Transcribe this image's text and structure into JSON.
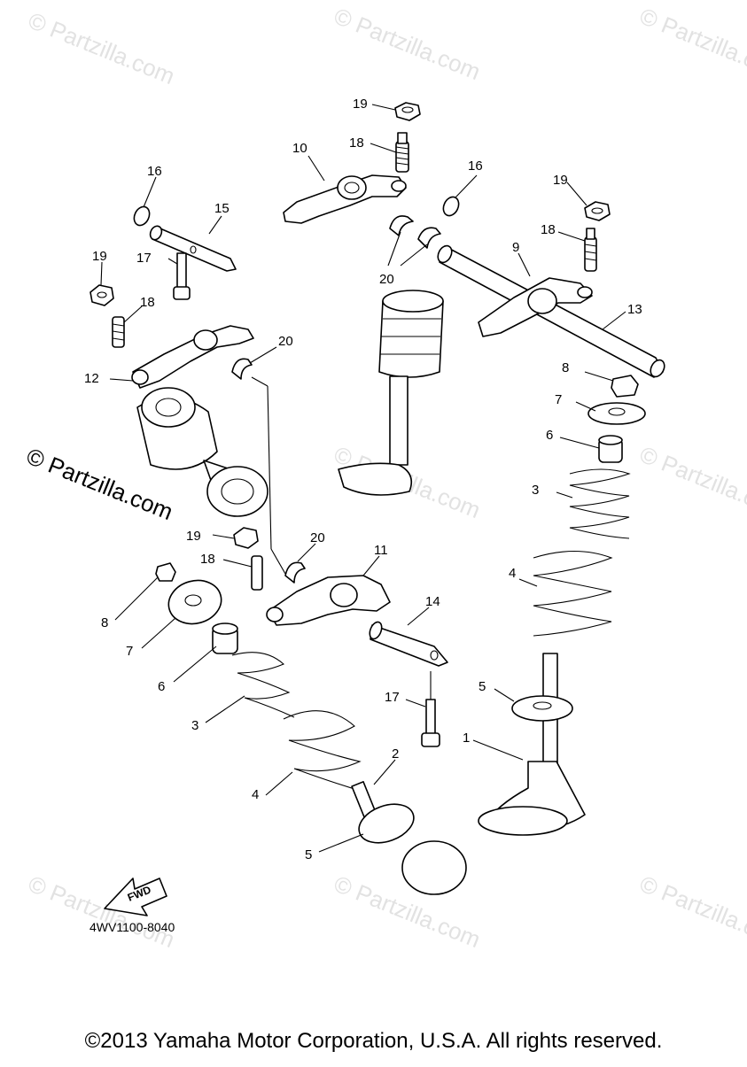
{
  "watermark_text": "© Partzilla.com",
  "diagram_code": "4WV1100-8040",
  "fwd_label": "FWD",
  "copyright": "©2013 Yamaha Motor Corporation, U.S.A. All rights reserved.",
  "callouts": [
    "19",
    "18",
    "10",
    "16",
    "19",
    "16",
    "15",
    "18",
    "19",
    "17",
    "9",
    "20",
    "13",
    "18",
    "12",
    "20",
    "8",
    "7",
    "6",
    "3",
    "19",
    "20",
    "18",
    "11",
    "14",
    "4",
    "8",
    "7",
    "6",
    "5",
    "17",
    "3",
    "1",
    "2",
    "4",
    "5"
  ]
}
